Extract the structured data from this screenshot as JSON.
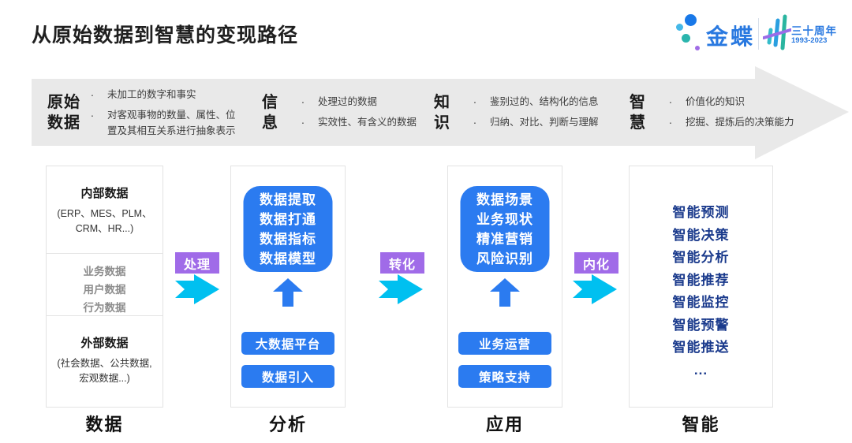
{
  "header": {
    "title": "从原始数据到智慧的变现路径",
    "logo": {
      "brand": "金蝶",
      "anniversary": "三十周年",
      "years": "1993-2023"
    }
  },
  "ui": {
    "bullet": "·"
  },
  "banner": {
    "stages": [
      {
        "term": "原始\n数据",
        "points": [
          "未加工的数字和事实",
          "对客观事物的数量、属性、位置及其相互关系进行抽象表示"
        ]
      },
      {
        "term": "信\n息",
        "points": [
          "处理过的数据",
          "实效性、有含义的数据"
        ]
      },
      {
        "term": "知\n识",
        "points": [
          "鉴别过的、结构化的信息",
          "归纳、对比、判断与理解"
        ]
      },
      {
        "term": "智\n慧",
        "points": [
          "价值化的知识",
          "挖掘、提炼后的决策能力"
        ]
      }
    ]
  },
  "connectors": [
    {
      "label": "处理"
    },
    {
      "label": "转化"
    },
    {
      "label": "内化"
    }
  ],
  "columns": [
    {
      "label": "数据",
      "sections": [
        {
          "title": "内部数据",
          "detail": "(ERP、MES、PLM、\nCRM、HR...)"
        },
        {
          "items": [
            "业务数据",
            "用户数据",
            "行为数据"
          ]
        },
        {
          "title": "外部数据",
          "detail": "(社会数据、公共数据,\n宏观数据...)"
        }
      ]
    },
    {
      "label": "分析",
      "highlight": "数据提取\n数据打通\n数据指标\n数据模型",
      "buttons": [
        "大数据平台",
        "数据引入"
      ]
    },
    {
      "label": "应用",
      "highlight": "数据场景\n业务现状\n精准营销\n风险识别",
      "buttons": [
        "业务运营",
        "策略支持"
      ]
    },
    {
      "label": "智能",
      "items": [
        "智能预测",
        "智能决策",
        "智能分析",
        "智能推荐",
        "智能监控",
        "智能预警",
        "智能推送",
        "..."
      ]
    }
  ],
  "colors": {
    "accent_blue": "#2B7BF0",
    "navy_text": "#1A3A8C",
    "badge_purple": "#A06BE8",
    "arrow_cyan": "#00C0F0",
    "banner_gray": "#E9E9E9",
    "brand_blue": "#2979E0"
  }
}
